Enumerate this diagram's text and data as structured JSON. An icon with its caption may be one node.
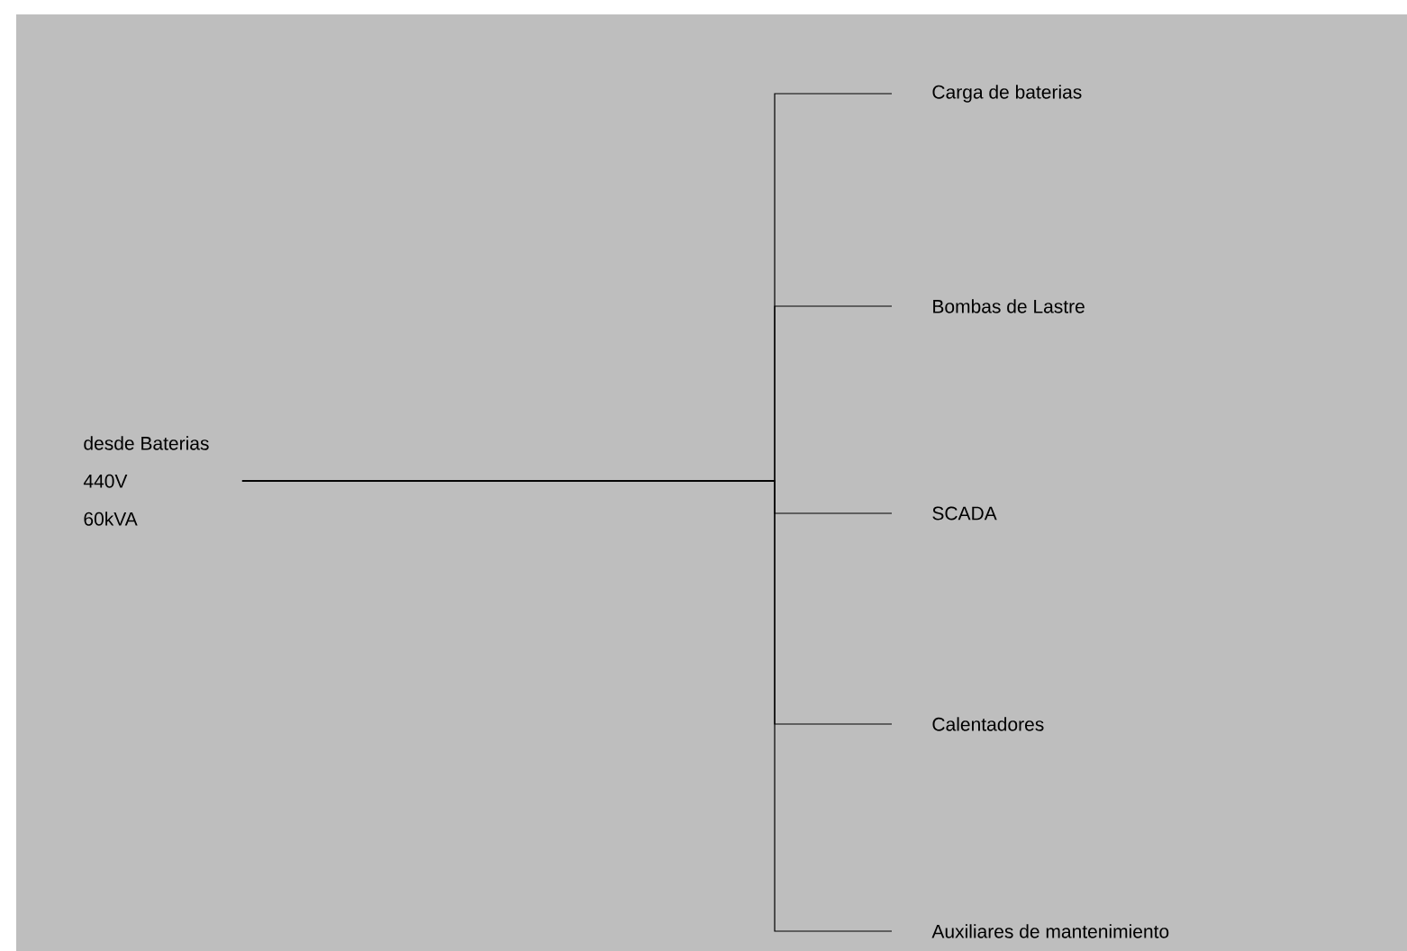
{
  "diagram": {
    "nodes": [
      {
        "text": [
          "desde Baterias",
          "440V",
          "60kVA"
        ]
      },
      {
        "text": [
          "Carga de baterias"
        ]
      },
      {
        "text": [
          "Bombas de Lastre"
        ]
      },
      {
        "text": [
          "SCADA"
        ]
      },
      {
        "text": [
          "Calentadores"
        ]
      },
      {
        "text": [
          "Auxiliares de mantenimiento"
        ]
      }
    ],
    "edges": [
      {
        "from": 0,
        "to": 1,
        "arrow": "none"
      },
      {
        "from": 0,
        "to": 2,
        "arrow": "none"
      },
      {
        "from": 0,
        "to": 3,
        "arrow": "none"
      },
      {
        "from": 0,
        "to": 4,
        "arrow": "none"
      },
      {
        "from": 0,
        "to": 5,
        "arrow": "none"
      }
    ]
  }
}
